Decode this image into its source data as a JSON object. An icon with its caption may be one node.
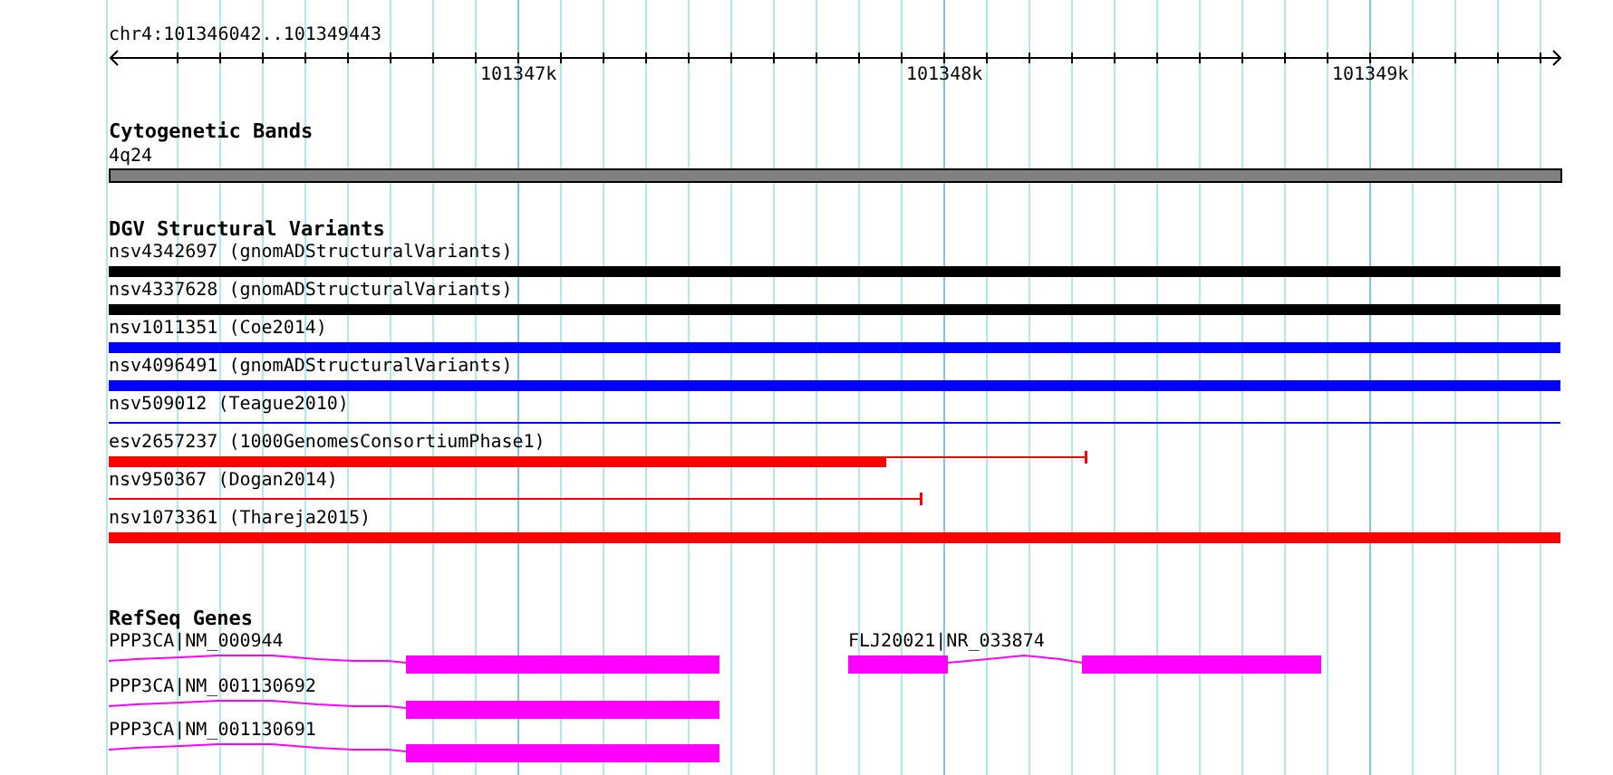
{
  "diagram": {
    "nodes": [
      {
        "text": [
          "4q24"
        ]
      },
      {
        "text": [
          "nsv4342697 (gnomADStructuralVariants)"
        ]
      },
      {
        "text": [
          "nsv4337628 (gnomADStructuralVariants)"
        ]
      },
      {
        "text": [
          "nsv1011351 (Coe2014)"
        ]
      },
      {
        "text": [
          "nsv4096491 (gnomADStructuralVariants)"
        ]
      },
      {
        "text": [
          "nsv509012 (Teague2010)"
        ]
      },
      {
        "text": [
          "esv2657237 (1000GenomesConsortiumPhase1)"
        ]
      },
      {
        "text": [
          "nsv950367 (Dogan2014)"
        ]
      },
      {
        "text": [
          "nsv1073361 (Thareja2015)"
        ]
      },
      {
        "text": [
          "PPP3CA|NM_000944"
        ]
      },
      {
        "text": [
          "PPP3CA|NM_001130692"
        ]
      },
      {
        "text": [
          "PPP3CA|NM_001130691"
        ]
      },
      {
        "text": [
          "FLJ20021|NR_033874"
        ]
      }
    ],
    "labels": [
      "chr4:101346042..101349443",
      "101347k",
      "101348k",
      "101349k",
      "Cytogenetic Bands",
      "DGV Structural Variants",
      "RefSeq Genes"
    ]
  }
}
